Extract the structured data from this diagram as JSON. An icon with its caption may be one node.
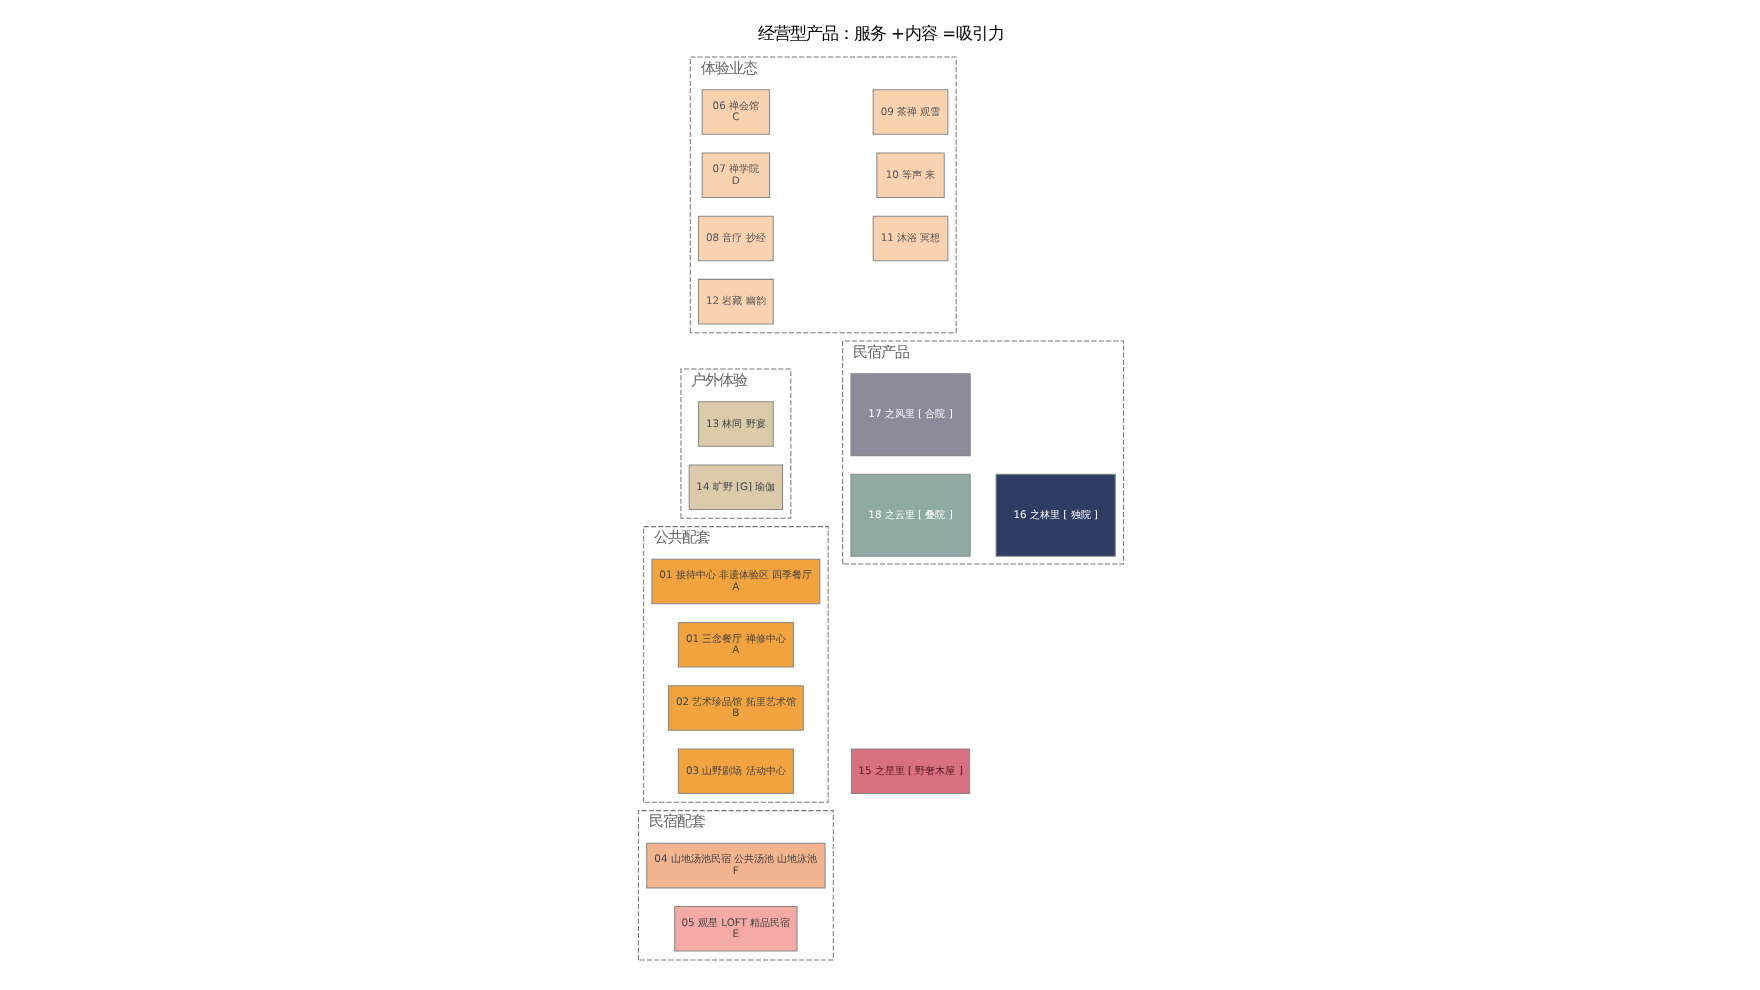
{
  "diagram": {
    "title": "经营型产品：服务 +内容 =吸引力",
    "nodes": [
      {
        "text": [
          "体验业态"
        ]
      },
      {
        "text": [
          "06 禅会馆",
          "C"
        ],
        "in": 0
      },
      {
        "text": [
          "07 禅学院",
          "D"
        ],
        "in": 0
      },
      {
        "text": [
          "08 音疗 抄经"
        ],
        "in": 0
      },
      {
        "text": [
          "09 茶禅 观雪"
        ],
        "in": 0
      },
      {
        "text": [
          "10 等声 来"
        ],
        "in": 0
      },
      {
        "text": [
          "11 沐浴 冥想"
        ],
        "in": 0
      },
      {
        "text": [
          "12 岩藏 幽韵"
        ],
        "in": 0
      },
      {
        "text": [
          "公共配套"
        ]
      },
      {
        "text": [
          "01 接待中心 非遗体验区 四季餐厅",
          "A"
        ],
        "in": 8
      },
      {
        "text": [
          "01 三念餐厅 禅修中心",
          "A"
        ],
        "in": 8
      },
      {
        "text": [
          "02 艺术珍品馆 拓里艺术馆",
          "B"
        ],
        "in": 8
      },
      {
        "text": [
          "03 山野剧场 活动中心"
        ],
        "in": 8
      },
      {
        "text": [
          "民宿配套"
        ]
      },
      {
        "text": [
          "04 山地汤池民宿 公共汤池 山地泳池",
          "F"
        ],
        "in": 13
      },
      {
        "text": [
          "05 观星 LOFT 精品民宿",
          "E"
        ],
        "in": 13
      },
      {
        "text": [
          "户外体验"
        ]
      },
      {
        "text": [
          "13 林间 野宴"
        ],
        "in": 16
      },
      {
        "text": [
          "14 旷野 [G] 瑜伽"
        ],
        "in": 16
      },
      {
        "text": [
          "民宿产品"
        ]
      },
      {
        "text": [
          "17 之风里 [ 合院 ]"
        ],
        "in": 19
      },
      {
        "text": [
          "15 之星里 [ 野奢木屋 ]"
        ]
      },
      {
        "text": [
          "16 之林里 [ 独院 ]"
        ],
        "in": 19
      },
      {
        "text": [
          "18 之云里 [ 叠院 ]"
        ],
        "in": 19
      }
    ],
    "edges": []
  }
}
